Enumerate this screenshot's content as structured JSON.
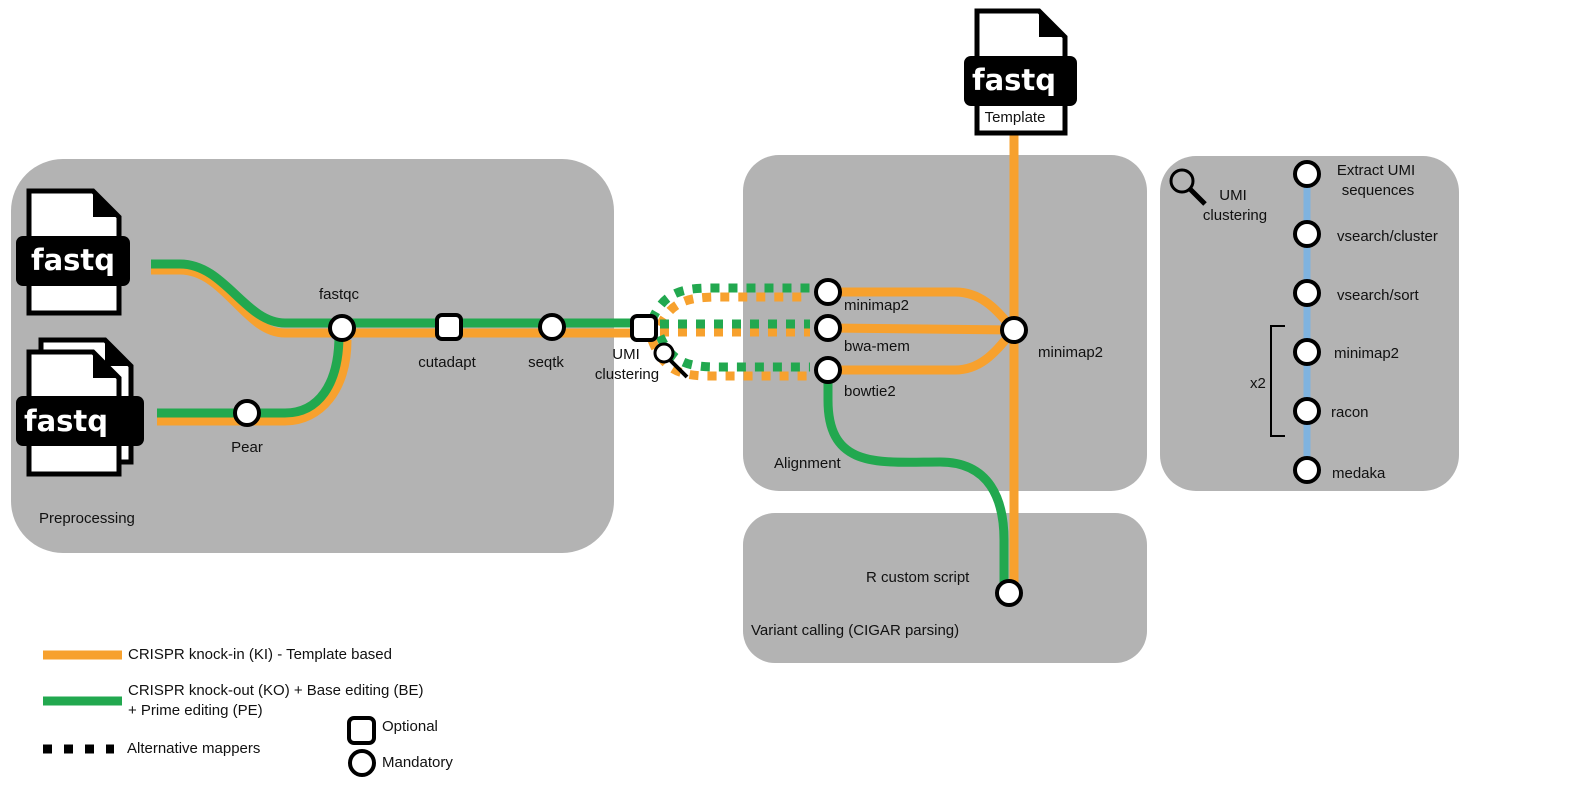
{
  "colors": {
    "ki": "#f7a12e",
    "ko": "#22a84f",
    "umi": "#7fb3df",
    "panel": "#b3b3b3",
    "node_fill": "#ffffff",
    "node_stroke": "#000000"
  },
  "files": {
    "single_label": "fastq",
    "paired_label": "fastq",
    "template_label": "fastq",
    "template_caption": "Template"
  },
  "panels": {
    "preprocessing": "Preprocessing",
    "alignment": "Alignment",
    "variant_calling": "Variant calling (CIGAR parsing)"
  },
  "nodes": {
    "fastqc": "fastqc",
    "pear": "Pear",
    "cutadapt": "cutadapt",
    "seqtk": "seqtk",
    "umi_line1": "UMI",
    "umi_line2": "clustering",
    "minimap2": "minimap2",
    "bwa_mem": "bwa-mem",
    "bowtie2": "bowtie2",
    "minimap2_template": "minimap2",
    "r_script": "R custom script"
  },
  "umi_panel": {
    "title_line1": "UMI",
    "title_line2": "clustering",
    "steps": [
      {
        "line1": "Extract UMI",
        "line2": "sequences"
      },
      {
        "line1": "vsearch/cluster"
      },
      {
        "line1": "vsearch/sort"
      },
      {
        "line1": "minimap2"
      },
      {
        "line1": "racon"
      },
      {
        "line1": "medaka"
      }
    ],
    "repeat_label": "x2"
  },
  "legend": {
    "ki": "CRISPR knock-in (KI) - Template based",
    "ko_line1": "CRISPR knock-out (KO) + Base editing (BE)",
    "ko_line2": "+ Prime editing (PE)",
    "alt": "Alternative mappers",
    "optional": "Optional",
    "mandatory": "Mandatory"
  }
}
